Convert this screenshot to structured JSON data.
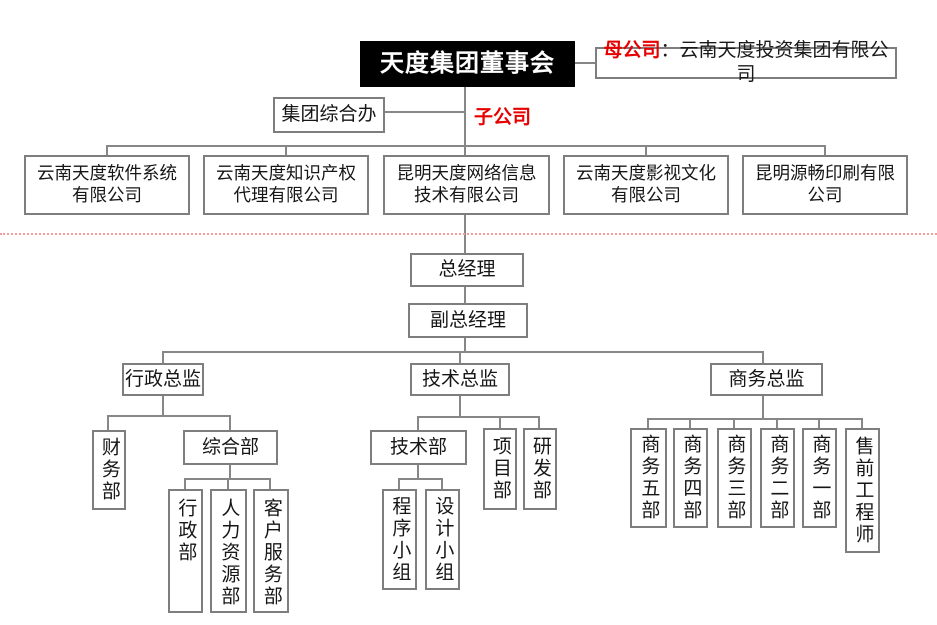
{
  "colors": {
    "accent_red": "#e60000",
    "divider_red": "#f59b9b",
    "line_gray": "#878787",
    "board_black": "#000000",
    "border_gray": "#7e7e7e"
  },
  "top": {
    "board": "天度集团董事会",
    "parent_label": "母公司",
    "parent_rest": "：云南天度投资集团有限公司",
    "group_office": "集团综合办",
    "subsidiary_label": "子公司"
  },
  "subsidiaries": [
    {
      "line1": "云南天度软件系统",
      "line2": "有限公司"
    },
    {
      "line1": "云南天度知识产权",
      "line2": "代理有限公司"
    },
    {
      "line1": "昆明天度网络信息",
      "line2": "技术有限公司"
    },
    {
      "line1": "云南天度影视文化",
      "line2": "有限公司"
    },
    {
      "line1": "昆明源畅印刷有限",
      "line2": "公司"
    }
  ],
  "management": {
    "general_manager": "总经理",
    "deputy_general_manager": "副总经理",
    "admin_director": "行政总监",
    "tech_director": "技术总监",
    "business_director": "商务总监"
  },
  "admin_branch": {
    "finance_dept": "财务部",
    "general_dept": "综合部",
    "admin_dept": "行政部",
    "hr_dept": "人力资源部",
    "customer_service_dept": "客户服务部"
  },
  "tech_branch": {
    "tech_dept": "技术部",
    "project_dept": "项目部",
    "rnd_dept": "研发部",
    "program_team": "程序小组",
    "design_team": "设计小组"
  },
  "business_branch": {
    "dept5": "商务五部",
    "dept4": "商务四部",
    "dept3": "商务三部",
    "dept2": "商务二部",
    "dept1": "商务一部",
    "presales_engineer": "售前工程师"
  }
}
